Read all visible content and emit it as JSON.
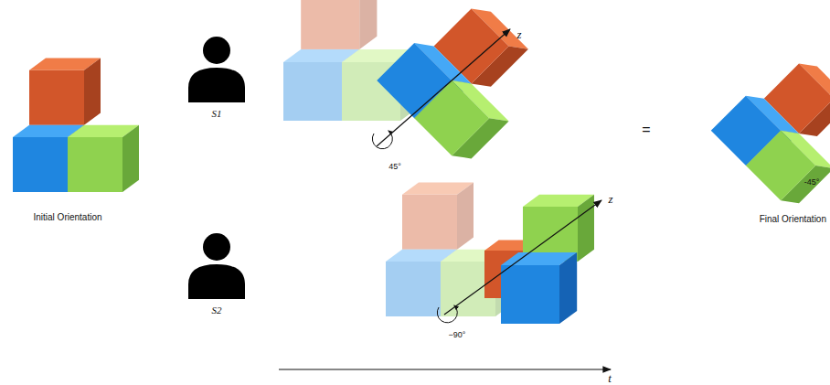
{
  "diagram": {
    "labels": [
      "Initial Orientation",
      "S1",
      "z",
      "45°",
      "S2",
      "z",
      "−90°",
      "=",
      "-45°",
      "Final Orientation",
      "t"
    ]
  }
}
